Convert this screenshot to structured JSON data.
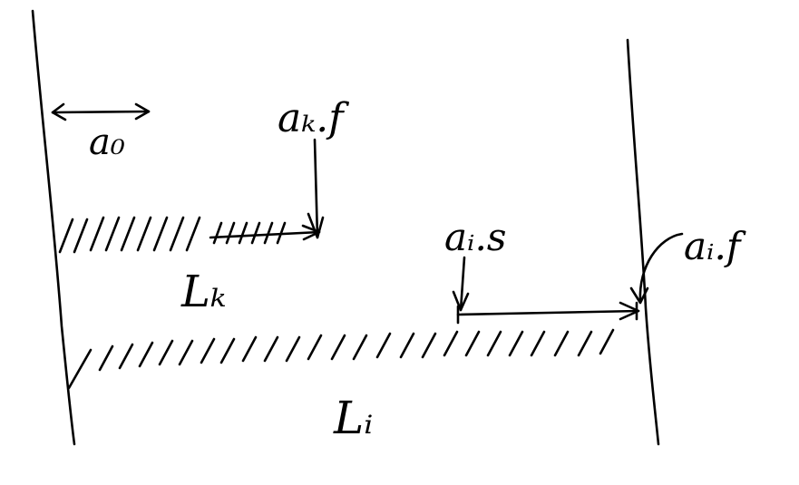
{
  "labels": {
    "a_zero": "a₀",
    "a_k_f": "aₖ.f",
    "a_i_s": "aᵢ.s",
    "a_i_f": "aᵢ.f",
    "L_k": "Lₖ",
    "L_i": "Lᵢ"
  },
  "colors": {
    "ink": "#000000",
    "paper": "#ffffff"
  }
}
